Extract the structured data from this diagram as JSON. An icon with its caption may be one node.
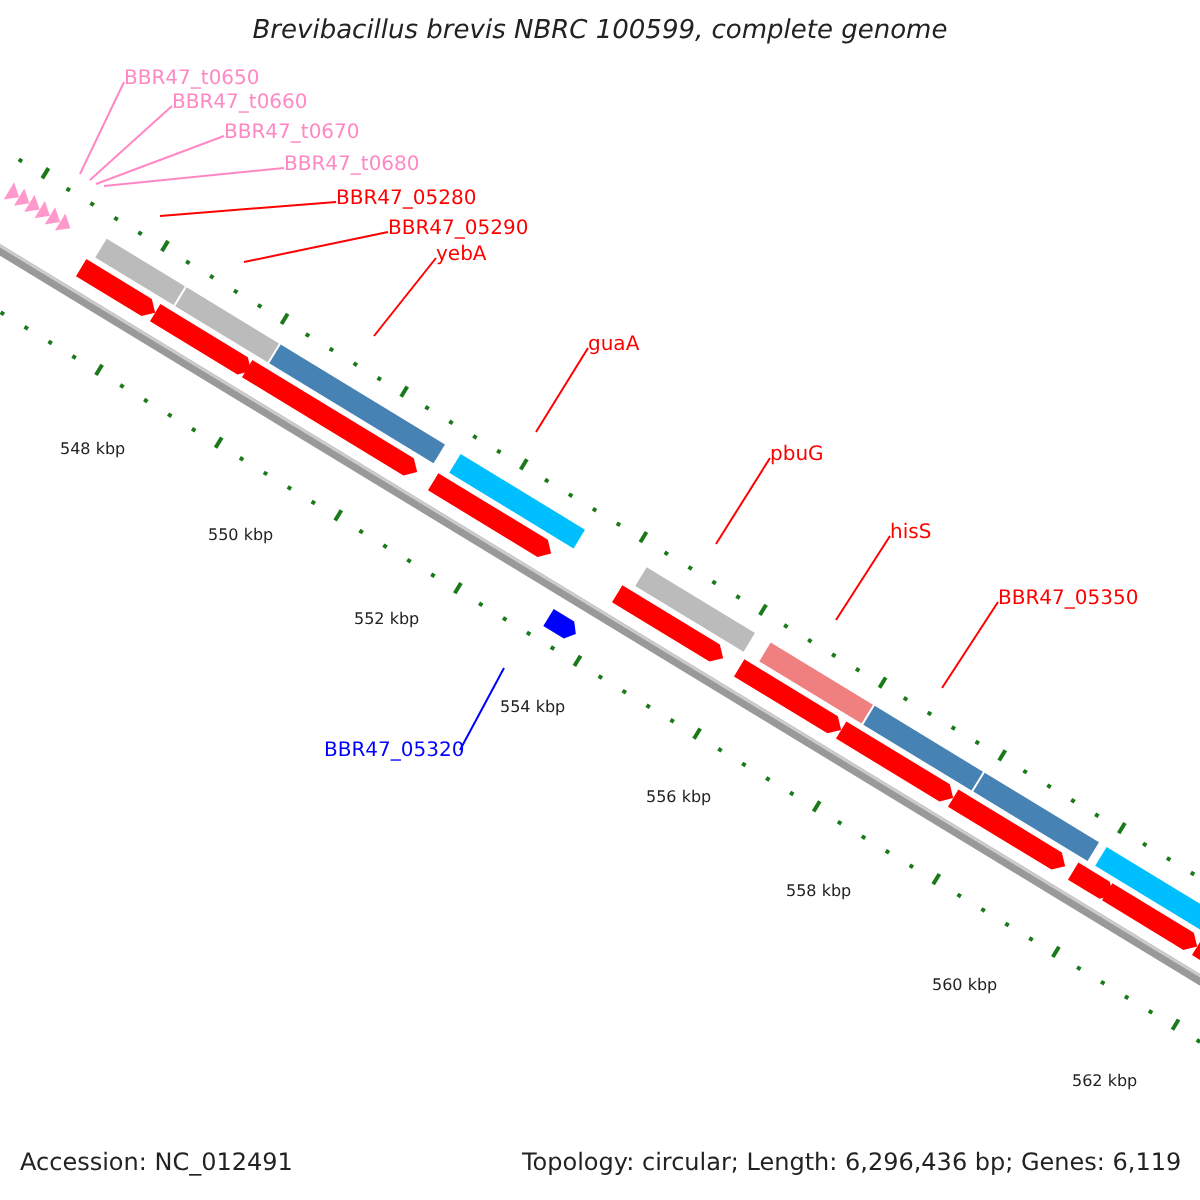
{
  "diagram": {
    "title": "Brevibacillus brevis NBRC 100599, complete genome",
    "nodes": [
      {
        "text": [
          "BBR47_t0650"
        ]
      },
      {
        "text": [
          "BBR47_t0660"
        ]
      },
      {
        "text": [
          "BBR47_t0670"
        ]
      },
      {
        "text": [
          "BBR47_t0680"
        ]
      },
      {
        "text": [
          "BBR47_05280"
        ]
      },
      {
        "text": [
          "BBR47_05290"
        ]
      },
      {
        "text": [
          "yebA"
        ]
      },
      {
        "text": [
          "guaA"
        ]
      },
      {
        "text": [
          "pbuG"
        ]
      },
      {
        "text": [
          "hisS"
        ]
      },
      {
        "text": [
          "BBR47_05350"
        ]
      },
      {
        "text": [
          "BBR47_05320"
        ]
      }
    ],
    "edges": [
      {
        "from": 0,
        "to": null,
        "arrow": "none",
        "color": "#ff88c4"
      },
      {
        "from": 1,
        "to": null,
        "arrow": "none",
        "color": "#ff88c4"
      },
      {
        "from": 2,
        "to": null,
        "arrow": "none",
        "color": "#ff88c4"
      },
      {
        "from": 3,
        "to": null,
        "arrow": "none",
        "color": "#ff88c4"
      },
      {
        "from": 4,
        "to": null,
        "arrow": "none"
      },
      {
        "from": 5,
        "to": null,
        "arrow": "none"
      },
      {
        "from": 6,
        "to": null,
        "arrow": "none"
      },
      {
        "from": 7,
        "to": null,
        "arrow": "none"
      },
      {
        "from": 8,
        "to": null,
        "arrow": "none"
      },
      {
        "from": 9,
        "to": null,
        "arrow": "none"
      },
      {
        "from": 10,
        "to": null,
        "arrow": "none"
      },
      {
        "from": 11,
        "to": null,
        "arrow": "none",
        "color": "#0000ff"
      }
    ],
    "labels": [
      "548 kbp",
      "550 kbp",
      "552 kbp",
      "554 kbp",
      "556 kbp",
      "558 kbp",
      "560 kbp",
      "562 kbp",
      "Accession: NC_012491",
      "Topology: circular; Length: 6,296,436 bp; Genes: 6,119"
    ]
  }
}
